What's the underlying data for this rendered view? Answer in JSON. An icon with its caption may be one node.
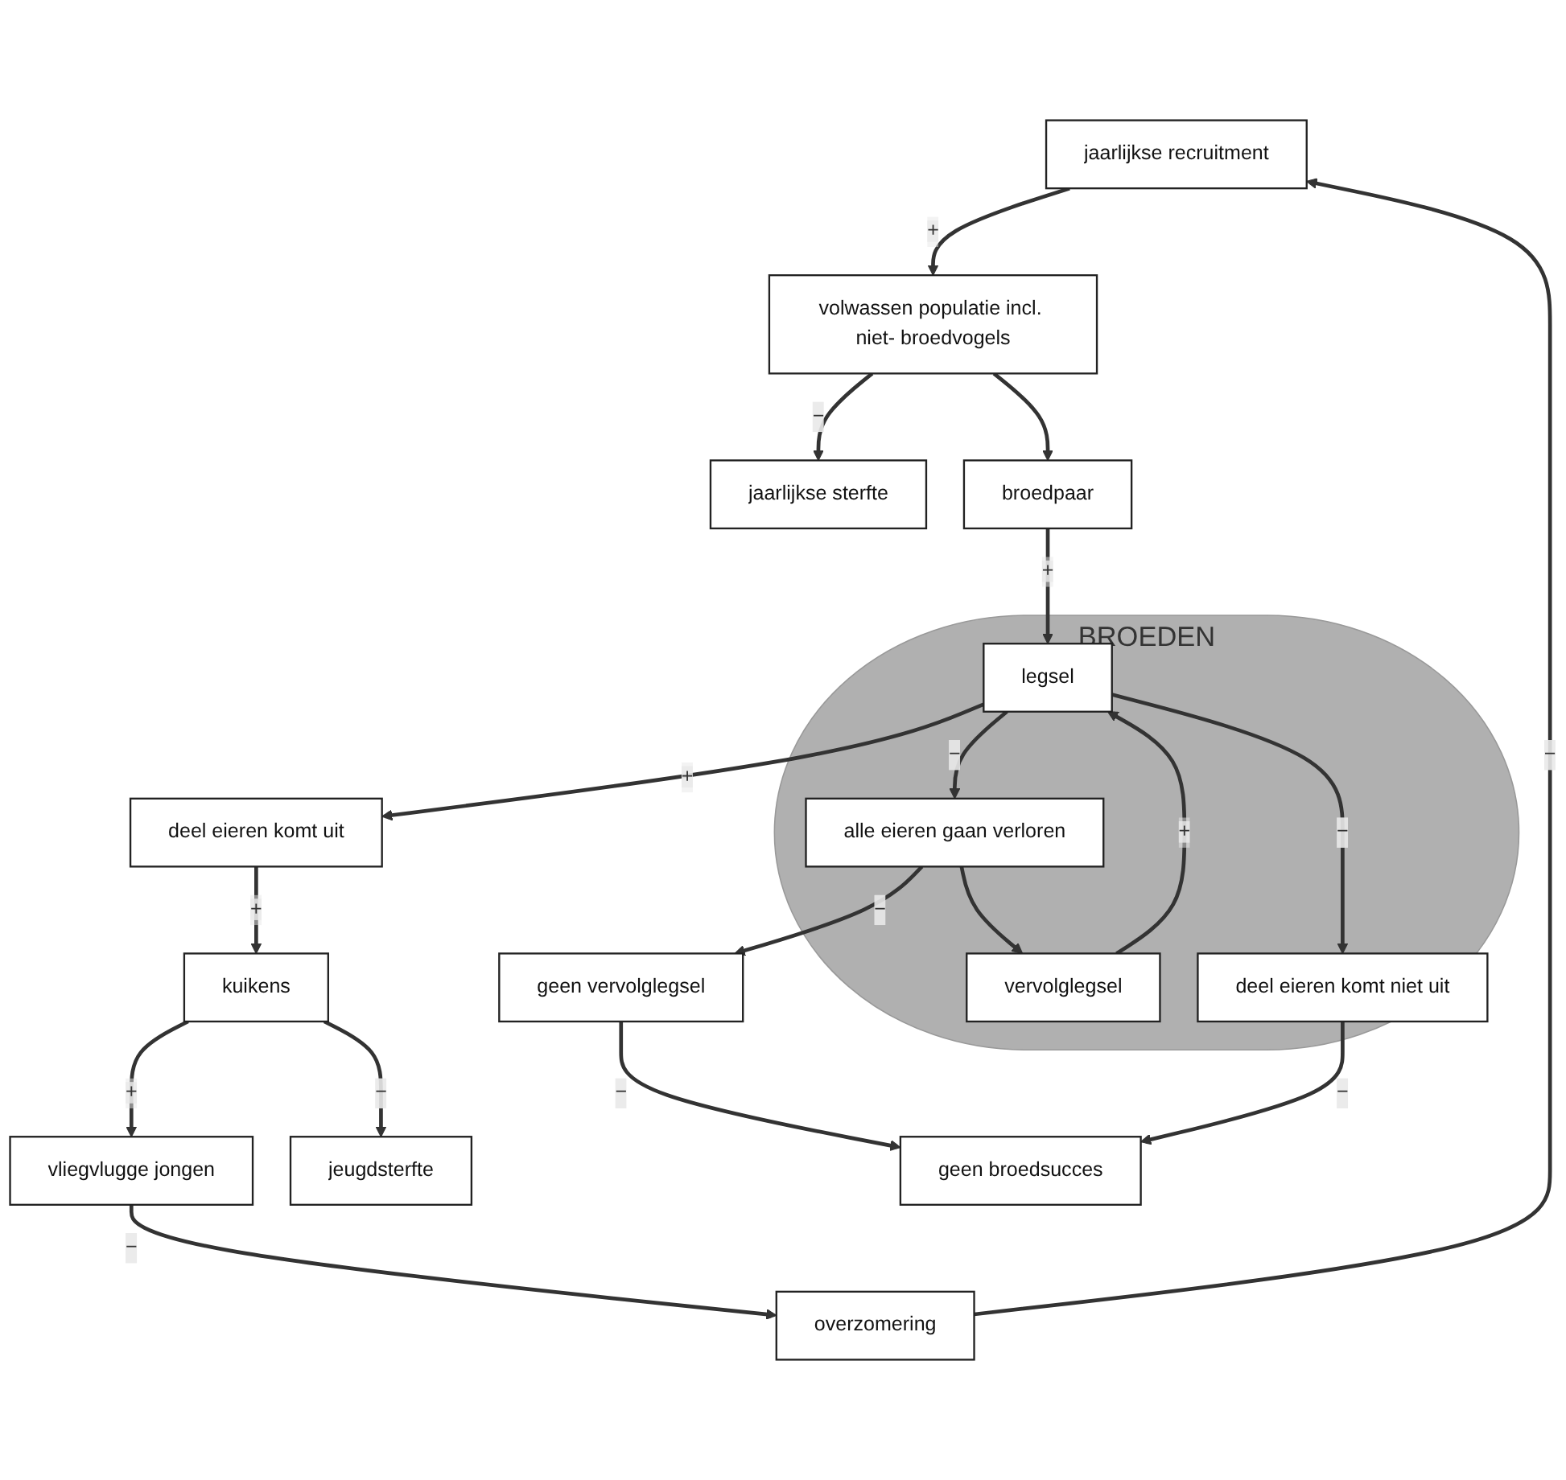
{
  "diagram": {
    "nodes": [
      {
        "text": [
          "jaarlijkse recruitment"
        ]
      },
      {
        "text": [
          "jaarlijkse sterfte"
        ]
      },
      {
        "text": [
          "overzomering"
        ]
      },
      {
        "text": [
          "vliegvlugge jongen"
        ]
      },
      {
        "text": [
          "volwassen populatie incl. niet- broedvogels"
        ]
      },
      {
        "text": [
          "jeugdsterfte"
        ]
      },
      {
        "text": [
          "broedpaar"
        ]
      },
      {
        "text": [
          "BROEDEN"
        ]
      },
      {
        "text": [
          "legsel"
        ],
        "in": 7
      },
      {
        "text": [
          "vervolglegsel"
        ],
        "in": 7
      },
      {
        "text": [
          "kuikens"
        ]
      },
      {
        "text": [
          "alle eieren gaan verloren"
        ],
        "in": 7
      },
      {
        "text": [
          "geen vervolglegsel"
        ]
      },
      {
        "text": [
          "deel eieren komt uit"
        ]
      },
      {
        "text": [
          "deel eieren komt niet uit"
        ],
        "in": 7
      },
      {
        "text": [
          "geen broedsucces"
        ]
      }
    ],
    "edges": [
      {
        "from": 2,
        "to": 0,
        "arrow": "to",
        "label": "−"
      },
      {
        "from": 0,
        "to": 4,
        "arrow": "to",
        "label": "+"
      },
      {
        "from": 4,
        "to": 1,
        "arrow": "to",
        "label": "−"
      },
      {
        "from": 4,
        "to": 6,
        "arrow": "to"
      },
      {
        "from": 6,
        "to": 8,
        "arrow": "to",
        "label": "+"
      },
      {
        "from": 8,
        "to": 11,
        "arrow": "to",
        "label": "−"
      },
      {
        "from": 8,
        "to": 13,
        "arrow": "to",
        "label": "+"
      },
      {
        "from": 8,
        "to": 14,
        "arrow": "to",
        "label": "−"
      },
      {
        "from": 11,
        "to": 9,
        "arrow": "to"
      },
      {
        "from": 11,
        "to": 12,
        "arrow": "to",
        "label": "−"
      },
      {
        "from": 9,
        "to": 8,
        "arrow": "to",
        "label": "+"
      },
      {
        "from": 12,
        "to": 15,
        "arrow": "to",
        "label": "−"
      },
      {
        "from": 14,
        "to": 15,
        "arrow": "to",
        "label": "−"
      },
      {
        "from": 13,
        "to": 10,
        "arrow": "to",
        "label": "+"
      },
      {
        "from": 10,
        "to": 3,
        "arrow": "to",
        "label": "+"
      },
      {
        "from": 10,
        "to": 5,
        "arrow": "to",
        "label": "−"
      },
      {
        "from": 3,
        "to": 2,
        "arrow": "to",
        "label": "−"
      }
    ]
  }
}
